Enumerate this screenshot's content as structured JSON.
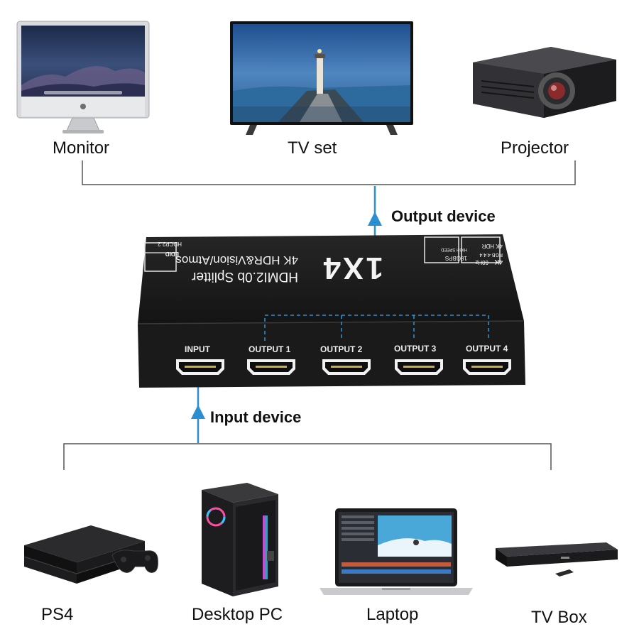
{
  "outputs": {
    "monitor": "Monitor",
    "tv_set": "TV set",
    "projector": "Projector"
  },
  "arrows": {
    "output_label": "Output device",
    "input_label": "Input device"
  },
  "splitter": {
    "model": "1X4",
    "title": "HDMI2.0b Splitter",
    "subtitle": "4K HDR&Vision/Atmos",
    "badge_edid": "EDID",
    "badge_hdcp": "HDCP2.2",
    "badge_18gbps": "18GBPS",
    "badge_highspeed": "HIGH SPEED",
    "badge_4k": "4K",
    "badge_60hz": "60Hz",
    "badge_444": "RGB 4:4:4",
    "badge_4khdr": "4K HDR",
    "ports": [
      "INPUT",
      "OUTPUT 1",
      "OUTPUT 2",
      "OUTPUT 3",
      "OUTPUT 4"
    ]
  },
  "inputs": {
    "ps4": "PS4",
    "desktop_pc": "Desktop PC",
    "laptop": "Laptop",
    "tv_box": "TV Box"
  },
  "colors": {
    "arrow_blue": "#2a8fd0",
    "device_black": "#1b1b1b"
  }
}
